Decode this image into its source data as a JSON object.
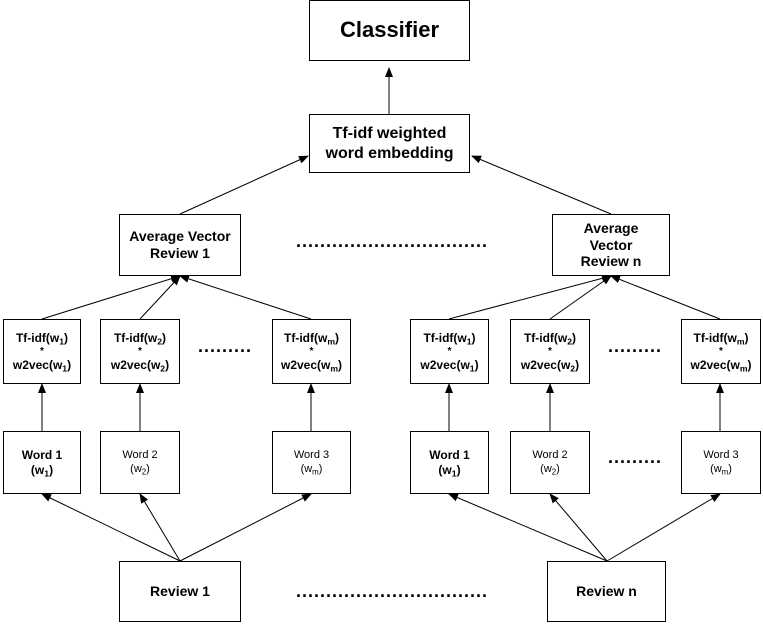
{
  "classifier": "Classifier",
  "tfidf_embedding": {
    "line1": "Tf-idf weighted",
    "line2": "word embedding"
  },
  "avg_vector_1": {
    "line1": "Average Vector",
    "line2": "Review 1"
  },
  "avg_vector_n": {
    "line1": "Average",
    "line2": "Vector",
    "line3": "Review n"
  },
  "product": {
    "tfidf_prefix": "Tf-idf(w",
    "w2vec_prefix": "w2vec(w",
    "close": ")",
    "star": "*",
    "sub_1": "1",
    "sub_2": "2",
    "sub_m": "m"
  },
  "words": {
    "word1": "Word 1",
    "word2": "Word 2",
    "word3": "Word 3",
    "open": "(w",
    "close": ")",
    "sub_1": "1",
    "sub_2": "2",
    "sub_m": "m"
  },
  "reviews": {
    "review_1": "Review 1",
    "review_n": "Review n"
  },
  "ellipsis_long": "................................",
  "ellipsis_short": "........."
}
